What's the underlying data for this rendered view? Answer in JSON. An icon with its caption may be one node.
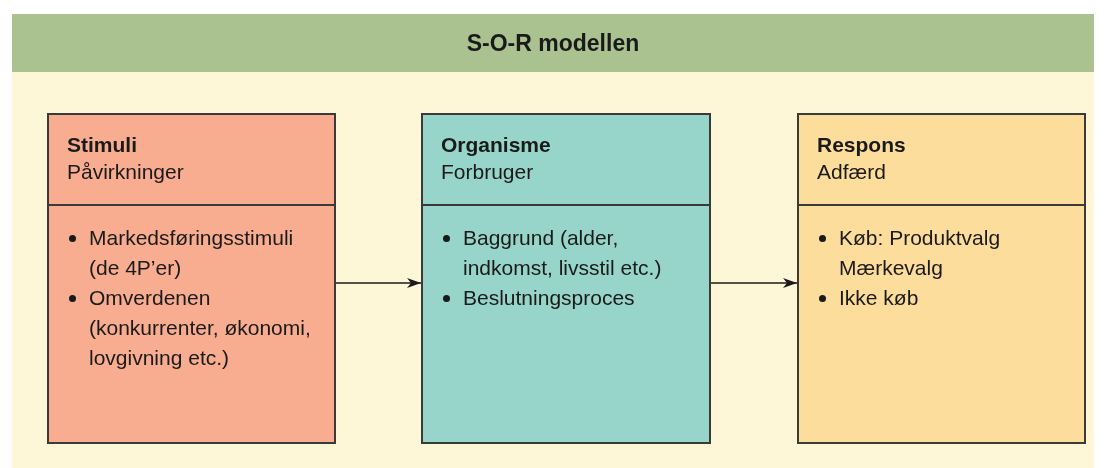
{
  "diagram": {
    "title": "S-O-R modellen",
    "nodes": [
      {
        "text": [
          "Stimuli",
          "Påvirkninger",
          "Markedsføringsstimuli (de 4P’er)",
          "Omverdenen (konkurrenter, økonomi, lovgivning etc.)"
        ]
      },
      {
        "text": [
          "Organisme",
          "Forbruger",
          "Baggrund (alder, indkomst, livsstil etc.)",
          "Beslutningsproces"
        ]
      },
      {
        "text": [
          "Respons",
          "Adfærd",
          "Køb: Produktvalg Mærkevalg",
          "Ikke køb"
        ]
      }
    ],
    "edges": [
      {
        "from": 0,
        "to": 1,
        "arrow": "to"
      },
      {
        "from": 1,
        "to": 2,
        "arrow": "to"
      }
    ]
  }
}
